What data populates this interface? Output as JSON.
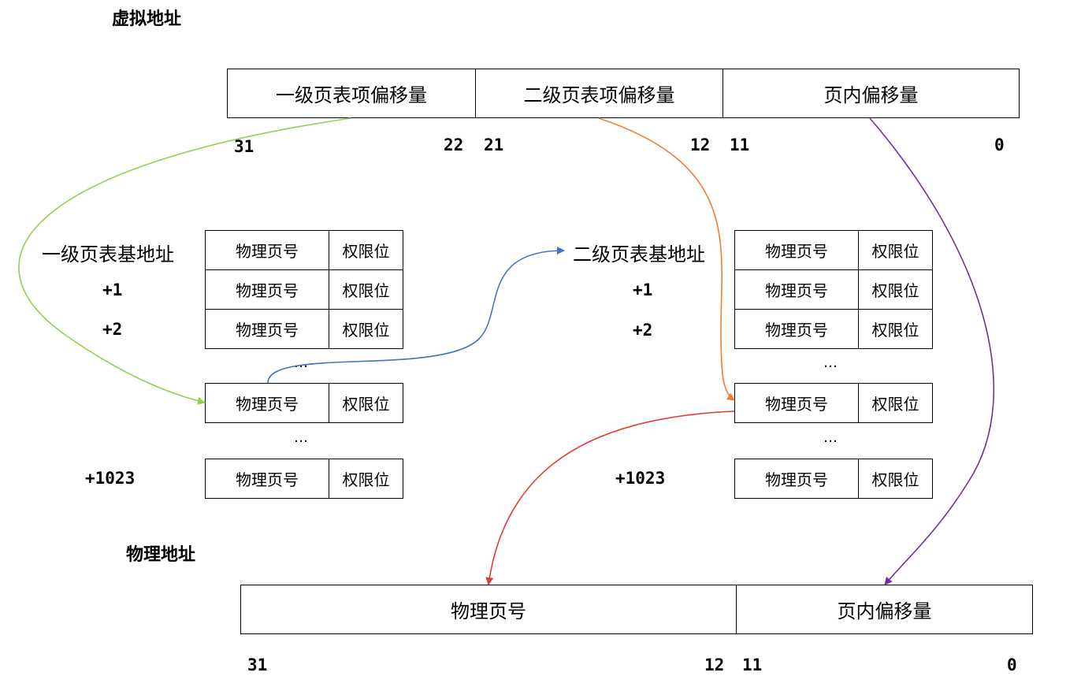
{
  "virtual_address": {
    "title": "虚拟地址",
    "fields": [
      "一级页表项偏移量",
      "二级页表项偏移量",
      "页内偏移量"
    ],
    "bits": [
      "31",
      "22",
      "21",
      "12",
      "11",
      "0"
    ]
  },
  "level1_table": {
    "base_label": "一级页表基地址",
    "offsets": [
      "+1",
      "+2",
      "+1023"
    ],
    "entry": {
      "frame": "物理页号",
      "perm": "权限位"
    },
    "ellipsis": "…"
  },
  "level2_table": {
    "base_label": "二级页表基地址",
    "offsets": [
      "+1",
      "+2",
      "+1023"
    ],
    "entry": {
      "frame": "物理页号",
      "perm": "权限位"
    },
    "ellipsis": "…"
  },
  "physical_address": {
    "title": "物理地址",
    "fields": [
      "物理页号",
      "页内偏移量"
    ],
    "bits": [
      "31",
      "12",
      "11",
      "0"
    ]
  },
  "arrow_colors": {
    "l1_index": "#92d050",
    "l1_entry_to_l2": "#4472c4",
    "l2_index": "#ed7d31",
    "l2_entry_to_frame": "#e53935",
    "page_offset": "#7030a0"
  }
}
